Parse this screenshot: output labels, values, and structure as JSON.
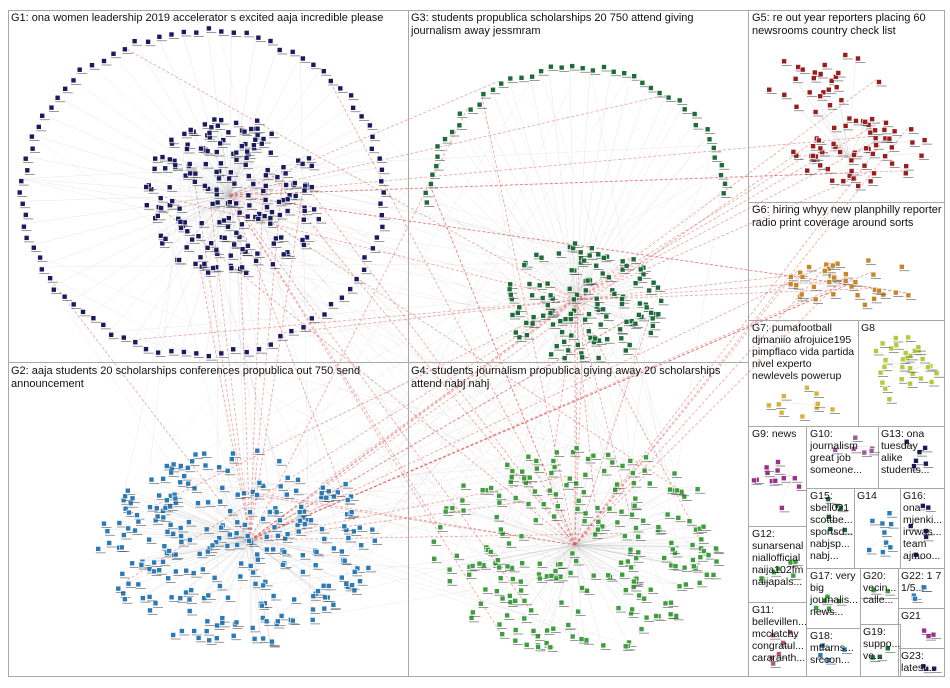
{
  "groups": [
    {
      "id": "G1",
      "label": "G1: ona women leadership 2019 accelerator s excited aaja incredible please",
      "color": "#1a1a5e"
    },
    {
      "id": "G2",
      "label": "G2: aaja students 20 scholarships conferences propublica out 750 send announcement",
      "color": "#2a7ab8"
    },
    {
      "id": "G3",
      "label": "G3: students propublica scholarships 20 750 attend giving journalism away jessmram",
      "color": "#1e6b3a"
    },
    {
      "id": "G4",
      "label": "G4: students journalism propublica giving away 20 scholarships attend nabj nahj",
      "color": "#3e9e3e"
    },
    {
      "id": "G5",
      "label": "G5: re out year reporters placing 60 newsrooms country check list",
      "color": "#9b1c1c"
    },
    {
      "id": "G6",
      "label": "G6: hiring whyy new planphilly reporter radio print coverage around sorts",
      "color": "#c8862a"
    },
    {
      "id": "G7",
      "label": "G7: pumafootball djmaniio afrojuice195 pimpflaco vida partida nivel experto newlevels powerup",
      "color": "#d4b43a"
    },
    {
      "id": "G8",
      "label": "G8",
      "color": "#b5c93a"
    },
    {
      "id": "G9",
      "label": "G9: news",
      "color": "#9c2f8c"
    },
    {
      "id": "G10",
      "label": "G10: journalism great job someone...",
      "color": "#a05a9c"
    },
    {
      "id": "G11",
      "label": "G11: bellevillen... mcclatchy congratul... cararanth...",
      "color": "#b55a7a"
    },
    {
      "id": "G12",
      "label": "G12: sunarsenal niallofficial naija102fm naijapals...",
      "color": "#3e9e3e"
    },
    {
      "id": "G13",
      "label": "G13: ona tuesday_ alike students...",
      "color": "#1a1a5e"
    },
    {
      "id": "G14",
      "label": "G14",
      "color": "#2a7ab8"
    },
    {
      "id": "G15",
      "label": "G15: sbell021 scottbe... sportsd... nabjsp... nabj...",
      "color": "#1e6b3a"
    },
    {
      "id": "G16",
      "label": "G16: ona mjenki... irvwas... team ajmoo...",
      "color": "#1a1a5e"
    },
    {
      "id": "G17",
      "label": "G17: very big journalis... news...",
      "color": "#3e9e3e"
    },
    {
      "id": "G18",
      "label": "G18: mtfarns... srccon...",
      "color": "#2a7ab8"
    },
    {
      "id": "G19",
      "label": "G19: suppo... ve...",
      "color": "#1e6b3a"
    },
    {
      "id": "G20",
      "label": "G20: vecin... calle...",
      "color": "#3e9e3e"
    },
    {
      "id": "G21",
      "label": "G21",
      "color": "#9c2f8c"
    },
    {
      "id": "G22",
      "label": "G22: 1 7 1/5...",
      "color": "#2a7ab8"
    },
    {
      "id": "G23",
      "label": "G23: latest...",
      "color": "#1a1a5e"
    }
  ],
  "colors": {
    "edge_gray": "#b8b8b8",
    "edge_red": "#e05555",
    "box_border": "#a8a8a8"
  }
}
